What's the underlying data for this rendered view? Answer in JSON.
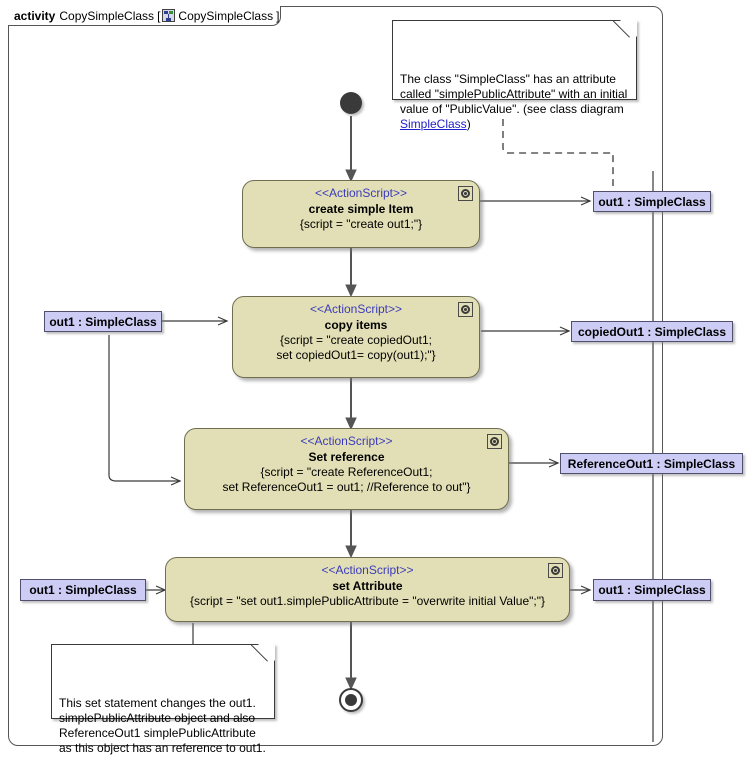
{
  "frame": {
    "keyword": "activity",
    "name": "CopySimpleClass",
    "bracket_open": "[",
    "bracket_close": "]",
    "tab_icon": "activity-diagram-icon",
    "tab_label": "CopySimpleClass"
  },
  "notes": [
    {
      "id": "note-simpleclass",
      "text_before": "The class \"SimpleClass\" has an attribute called \"simplePublicAttribute\" with an initial value of \"PublicValue\". (see class diagram ",
      "link": "SimpleClass",
      "text_after": ")"
    },
    {
      "id": "note-set-statement",
      "text": "This set statement changes the out1.\nsimplePublicAttribute object and also\nReferenceOut1 simplePublicAttribute\nas this object has an reference to out1."
    }
  ],
  "actions": [
    {
      "id": "action-create-simple-item",
      "stereotype": "<<ActionScript>>",
      "name": "create simple Item",
      "script": "{script = \"create out1;\"}",
      "badge": "action-script-badge-icon"
    },
    {
      "id": "action-copy-items",
      "stereotype": "<<ActionScript>>",
      "name": "copy items",
      "script": "{script = \"create copiedOut1;\nset copiedOut1= copy(out1);\"}",
      "badge": "action-script-badge-icon"
    },
    {
      "id": "action-set-reference",
      "stereotype": "<<ActionScript>>",
      "name": "Set reference",
      "script": "{script = \"create ReferenceOut1;\nset ReferenceOut1 = out1; //Reference to out\"}",
      "badge": "action-script-badge-icon"
    },
    {
      "id": "action-set-attribute",
      "stereotype": "<<ActionScript>>",
      "name": "set Attribute",
      "script": "{script = \"set out1.simplePublicAttribute = \"overwrite initial Value\";\"}",
      "badge": "action-script-badge-icon"
    }
  ],
  "object_nodes": [
    {
      "id": "objnode-out1-right-1",
      "label": "out1 : SimpleClass"
    },
    {
      "id": "objnode-out1-left-1",
      "label": "out1 : SimpleClass"
    },
    {
      "id": "objnode-copiedout1",
      "label": "copiedOut1 : SimpleClass"
    },
    {
      "id": "objnode-referenceout1",
      "label": "ReferenceOut1 : SimpleClass"
    },
    {
      "id": "objnode-out1-left-2",
      "label": "out1 : SimpleClass"
    },
    {
      "id": "objnode-out1-right-2",
      "label": "out1 : SimpleClass"
    }
  ],
  "control_nodes": {
    "initial": "initial-node",
    "final": "activity-final-node"
  },
  "colors": {
    "action_fill": "#e2dfb6",
    "action_border": "#6f6f50",
    "object_fill": "#ccccf5",
    "object_border": "#50506e",
    "stereotype_text": "#3b3bbb",
    "link_text": "#2222cc",
    "control_node": "#3a3a3a",
    "frame_border": "#555555",
    "edge": "#3a3a3a"
  }
}
